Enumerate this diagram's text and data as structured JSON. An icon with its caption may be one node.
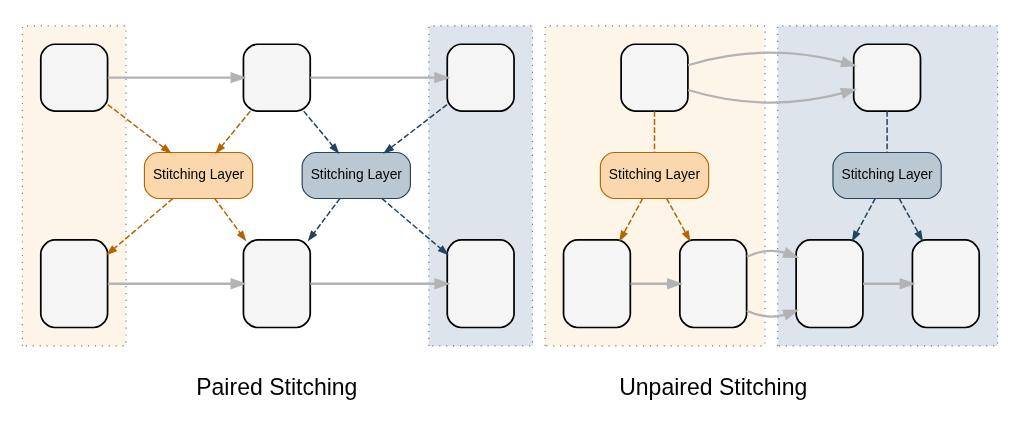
{
  "diagram": {
    "nodes": [
      {
        "text": [],
        "shape": "band"
      },
      {
        "text": [],
        "shape": "band"
      },
      {
        "text": [],
        "shape": "box",
        "in": 0
      },
      {
        "text": [],
        "shape": "box"
      },
      {
        "text": [],
        "shape": "box",
        "in": 1
      },
      {
        "text": [
          "Stitching Layer"
        ]
      },
      {
        "text": [
          "Stitching Layer"
        ]
      },
      {
        "text": [],
        "shape": "box",
        "in": 0
      },
      {
        "text": [],
        "shape": "box"
      },
      {
        "text": [],
        "shape": "box",
        "in": 1
      },
      {
        "text": [],
        "shape": "band"
      },
      {
        "text": [],
        "shape": "band"
      },
      {
        "text": [],
        "shape": "box",
        "in": 10
      },
      {
        "text": [
          "Stitching Layer"
        ],
        "in": 10
      },
      {
        "text": [],
        "shape": "box",
        "in": 10
      },
      {
        "text": [],
        "shape": "box",
        "in": 10
      },
      {
        "text": [],
        "shape": "box",
        "in": 11
      },
      {
        "text": [
          "Stitching Layer"
        ],
        "in": 11
      },
      {
        "text": [],
        "shape": "box",
        "in": 11
      },
      {
        "text": [],
        "shape": "box",
        "in": 11
      }
    ],
    "edges": [
      {
        "from": 2,
        "to": 3,
        "arrow": "to"
      },
      {
        "from": 3,
        "to": 4,
        "arrow": "to"
      },
      {
        "from": 2,
        "to": 5,
        "arrow": "to",
        "style": "dashed",
        "color": "#b46504"
      },
      {
        "from": 3,
        "to": 5,
        "arrow": "to",
        "style": "dashed",
        "color": "#b46504"
      },
      {
        "from": 3,
        "to": 6,
        "arrow": "to",
        "style": "dashed",
        "color": "#23445d"
      },
      {
        "from": 4,
        "to": 6,
        "arrow": "to",
        "style": "dashed",
        "color": "#23445d"
      },
      {
        "from": 5,
        "to": 7,
        "arrow": "to",
        "style": "dashed",
        "color": "#b46504"
      },
      {
        "from": 5,
        "to": 8,
        "arrow": "to",
        "style": "dashed",
        "color": "#b46504"
      },
      {
        "from": 6,
        "to": 8,
        "arrow": "to",
        "style": "dashed",
        "color": "#23445d"
      },
      {
        "from": 6,
        "to": 9,
        "arrow": "to",
        "style": "dashed",
        "color": "#23445d"
      },
      {
        "from": 7,
        "to": 8,
        "arrow": "to"
      },
      {
        "from": 8,
        "to": 9,
        "arrow": "to"
      },
      {
        "from": 12,
        "to": 16,
        "arrow": "to"
      },
      {
        "from": 12,
        "to": 13,
        "arrow": "none",
        "style": "dashed",
        "color": "#b46504"
      },
      {
        "from": 13,
        "to": 14,
        "arrow": "to",
        "style": "dashed",
        "color": "#b46504"
      },
      {
        "from": 13,
        "to": 15,
        "arrow": "to",
        "style": "dashed",
        "color": "#b46504"
      },
      {
        "from": 16,
        "to": 17,
        "arrow": "none",
        "style": "dashed",
        "color": "#23445d"
      },
      {
        "from": 17,
        "to": 18,
        "arrow": "to",
        "style": "dashed",
        "color": "#23445d"
      },
      {
        "from": 17,
        "to": 19,
        "arrow": "to",
        "style": "dashed",
        "color": "#23445d"
      },
      {
        "from": 14,
        "to": 15,
        "arrow": "to"
      },
      {
        "from": 15,
        "to": 18,
        "arrow": "to"
      },
      {
        "from": 18,
        "to": 19,
        "arrow": "to"
      }
    ],
    "labels": [
      "Paired Stitching",
      "Unpaired Stitching"
    ]
  }
}
